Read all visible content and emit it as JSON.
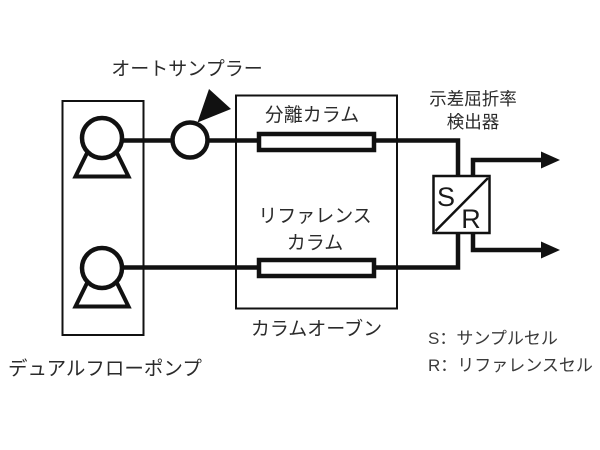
{
  "figure": {
    "background_color": "#ffffff",
    "line_color": "#111111",
    "text_color": "#2b2b2b",
    "autosampler_label": "オートサンプラー",
    "pump_label": "デュアルフローポンプ",
    "oven_label": "カラムオーブン",
    "separation_column_label": "分離カラム",
    "reference_column_label_line1": "リファレンス",
    "reference_column_label_line2": "カラム",
    "detector_label_line1": "示差屈折率",
    "detector_label_line2": "検出器",
    "cell_s": "S",
    "cell_r": "R",
    "legend_s": "S：サンプルセル",
    "legend_r": "R：リファレンスセル"
  }
}
